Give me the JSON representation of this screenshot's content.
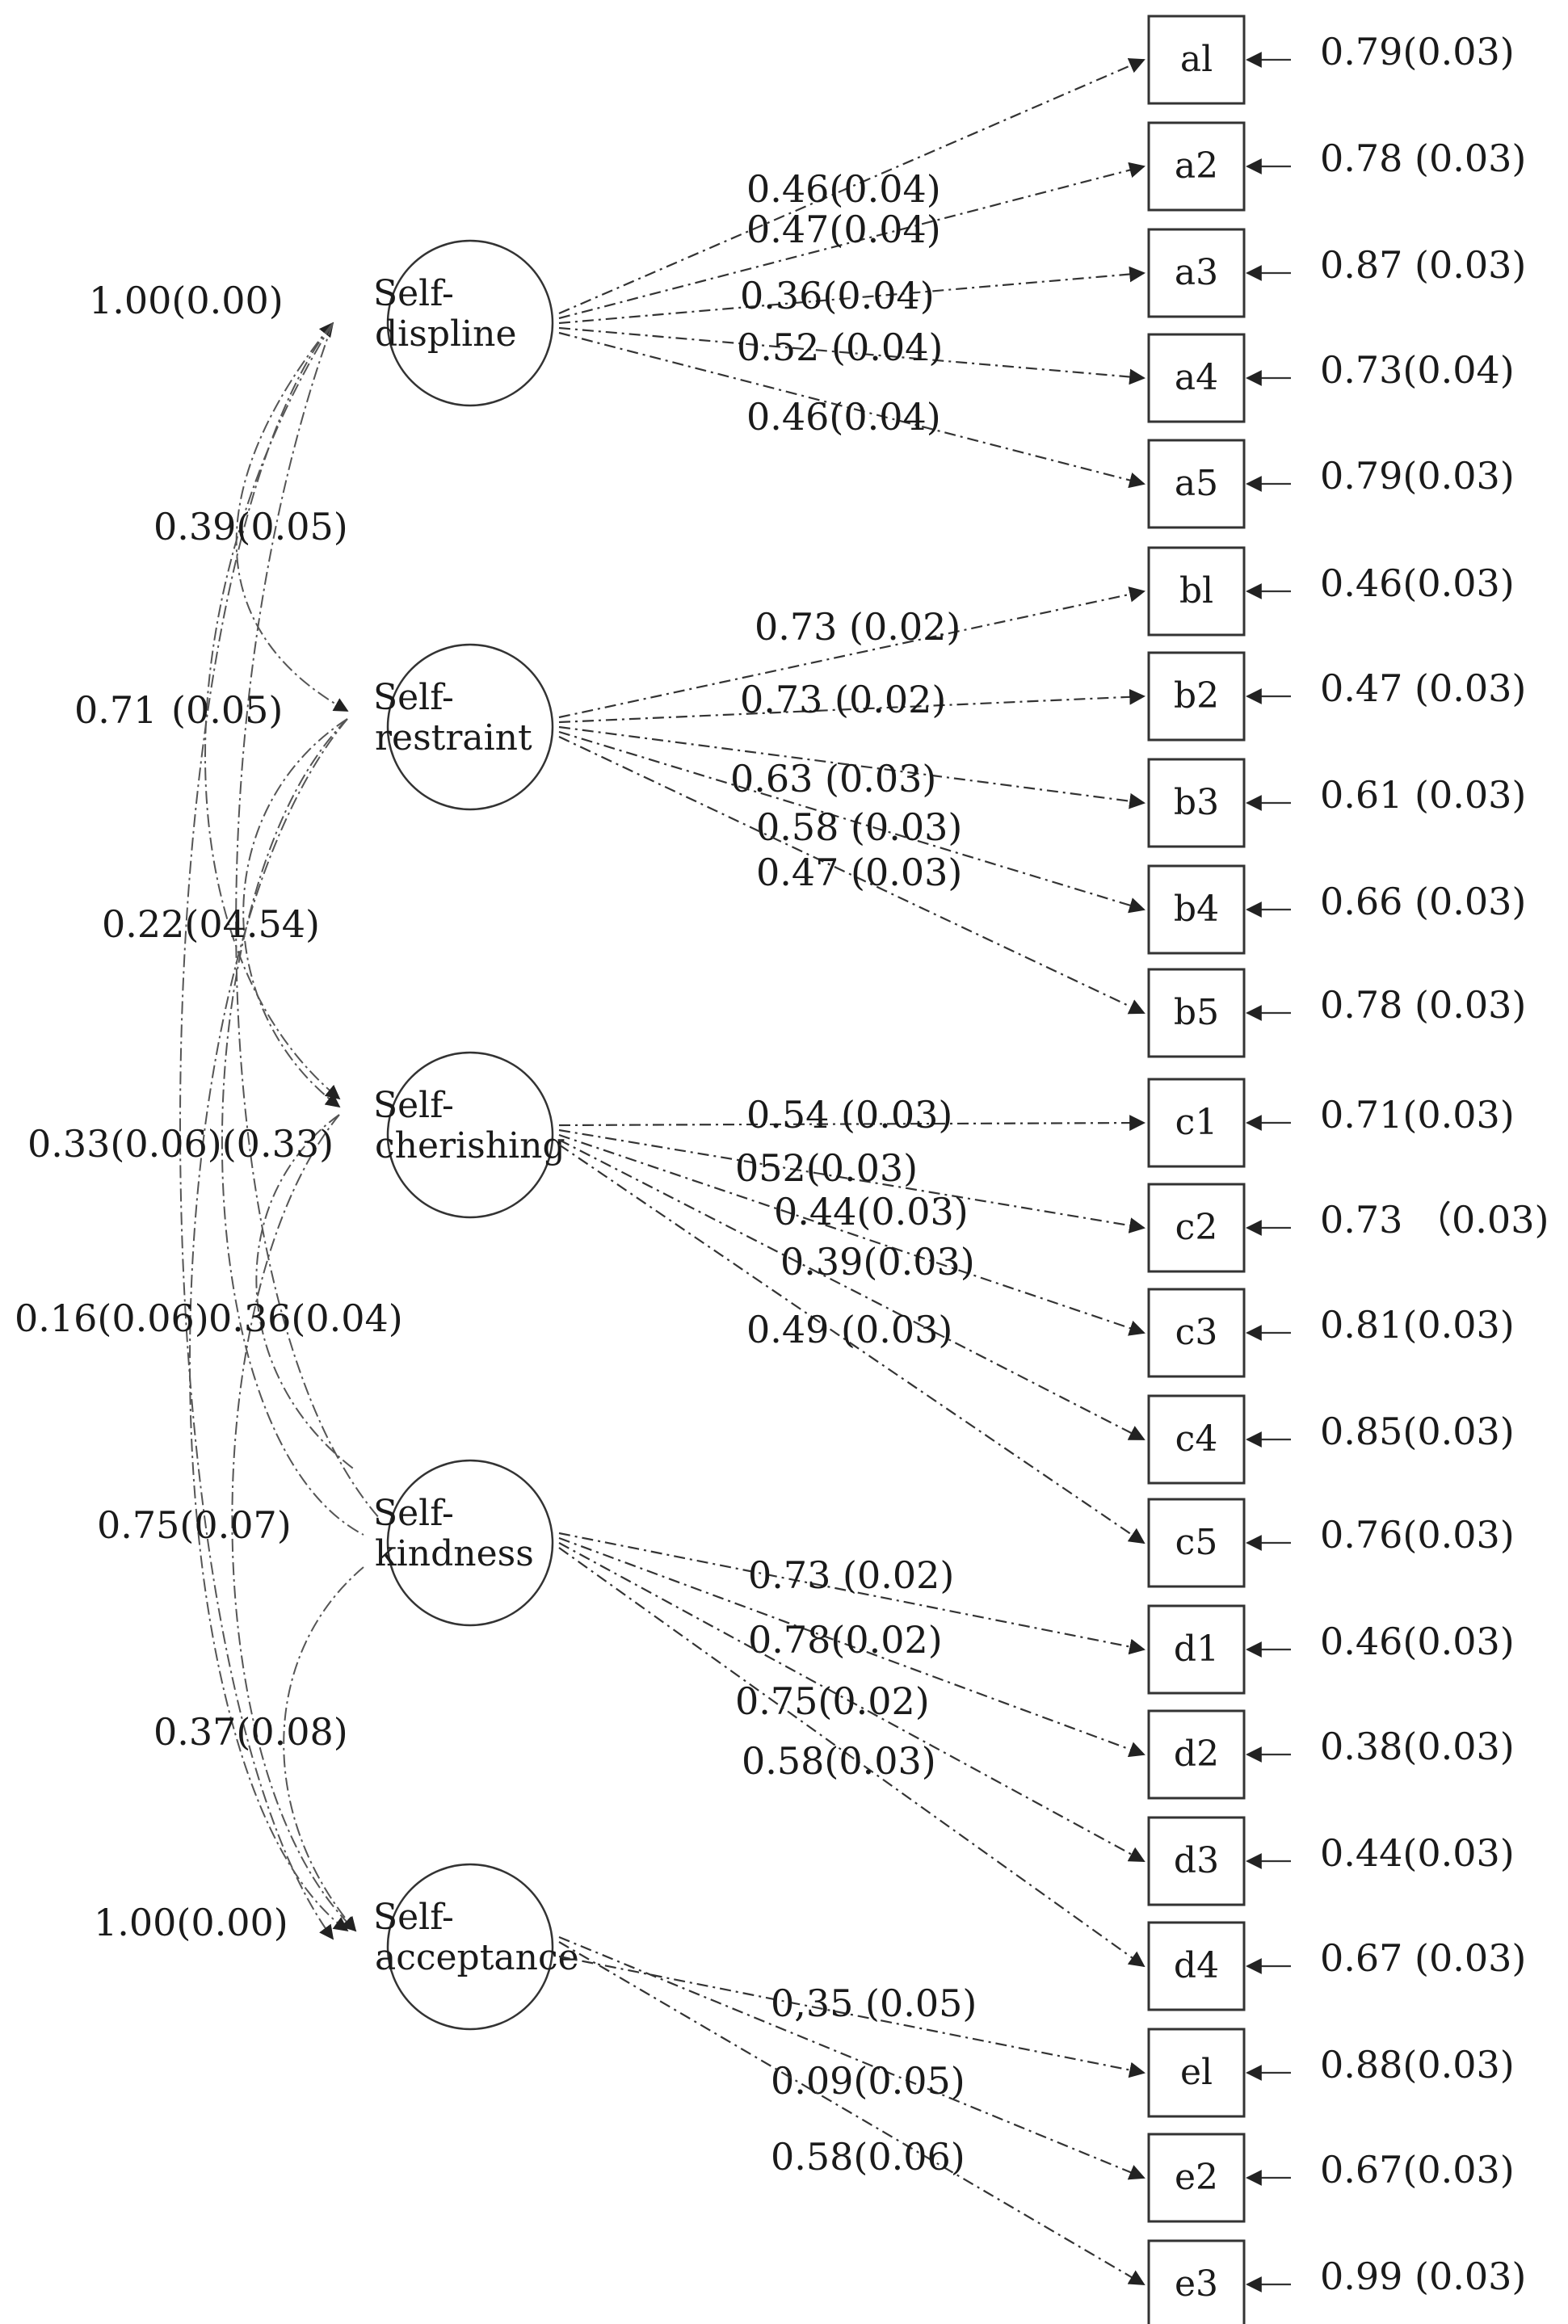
{
  "factors": [
    {
      "id": "F1",
      "line1": "Self-",
      "line2": "displine"
    },
    {
      "id": "F2",
      "line1": "Self-",
      "line2": "restraint"
    },
    {
      "id": "F3",
      "line1": "Self-",
      "line2": "cherishing"
    },
    {
      "id": "F4",
      "line1": "Self-",
      "line2": "kindness"
    },
    {
      "id": "F5",
      "line1": "Self-",
      "line2": "acceptance"
    }
  ],
  "indicators": [
    {
      "label": "al",
      "factor": 0,
      "loading": "0.46(0.04)",
      "error": "0.79(0.03)"
    },
    {
      "label": "a2",
      "factor": 0,
      "loading": "0.47(0.04)",
      "error": "0.78 (0.03)"
    },
    {
      "label": "a3",
      "factor": 0,
      "loading": "0.36(0.04)",
      "error": "0.87 (0.03)"
    },
    {
      "label": "a4",
      "factor": 0,
      "loading": "0.52 (0.04)",
      "error": "0.73(0.04)"
    },
    {
      "label": "a5",
      "factor": 0,
      "loading": "0.46(0.04)",
      "error": "0.79(0.03)"
    },
    {
      "label": "bl",
      "factor": 1,
      "loading": "0.73 (0.02)",
      "error": "0.46(0.03)"
    },
    {
      "label": "b2",
      "factor": 1,
      "loading": "0.73 (0.02)",
      "error": "0.47 (0.03)"
    },
    {
      "label": "b3",
      "factor": 1,
      "loading": "0.63 (0.03)",
      "error": "0.61 (0.03)"
    },
    {
      "label": "b4",
      "factor": 1,
      "loading": "0.58 (0.03)",
      "error": "0.66 (0.03)"
    },
    {
      "label": "b5",
      "factor": 1,
      "loading": "0.47 (0.03)",
      "error": "0.78 (0.03)"
    },
    {
      "label": "c1",
      "factor": 2,
      "loading": "0.54 (0.03)",
      "error": "0.71(0.03)"
    },
    {
      "label": "c2",
      "factor": 2,
      "loading": "052(0.03)",
      "error": "0.73 （0.03)"
    },
    {
      "label": "c3",
      "factor": 2,
      "loading": "0.44(0.03)",
      "error": "0.81(0.03)"
    },
    {
      "label": "c4",
      "factor": 2,
      "loading": "0.39(0.03)",
      "error": "0.85(0.03)"
    },
    {
      "label": "c5",
      "factor": 2,
      "loading": "0.49 (0.03)",
      "error": "0.76(0.03)"
    },
    {
      "label": "d1",
      "factor": 3,
      "loading": "0.73 (0.02)",
      "error": "0.46(0.03)"
    },
    {
      "label": "d2",
      "factor": 3,
      "loading": "0.78(0.02)",
      "error": "0.38(0.03)"
    },
    {
      "label": "d3",
      "factor": 3,
      "loading": "0.75(0.02)",
      "error": "0.44(0.03)"
    },
    {
      "label": "d4",
      "factor": 3,
      "loading": "0.58(0.03)",
      "error": "0.67 (0.03)"
    },
    {
      "label": "el",
      "factor": 4,
      "loading": "0,35 (0.05)",
      "error": "0.88(0.03)"
    },
    {
      "label": "e2",
      "factor": 4,
      "loading": "0.09(0.05)",
      "error": "0.67(0.03)"
    },
    {
      "label": "e3",
      "factor": 4,
      "loading": "0.58(0.06)",
      "error": "0.99 (0.03)"
    }
  ],
  "covariances": [
    "1.00(0.00)",
    "0.39(0.05)",
    "0.71",
    "(0.05)",
    "0.22(04.54)",
    "0.33(0.06)(0.33)",
    "0.16(0.06)",
    "0.36(0.04)",
    "0.75(0.07)",
    "0.37(0.08)",
    "1.00(0.00)"
  ]
}
